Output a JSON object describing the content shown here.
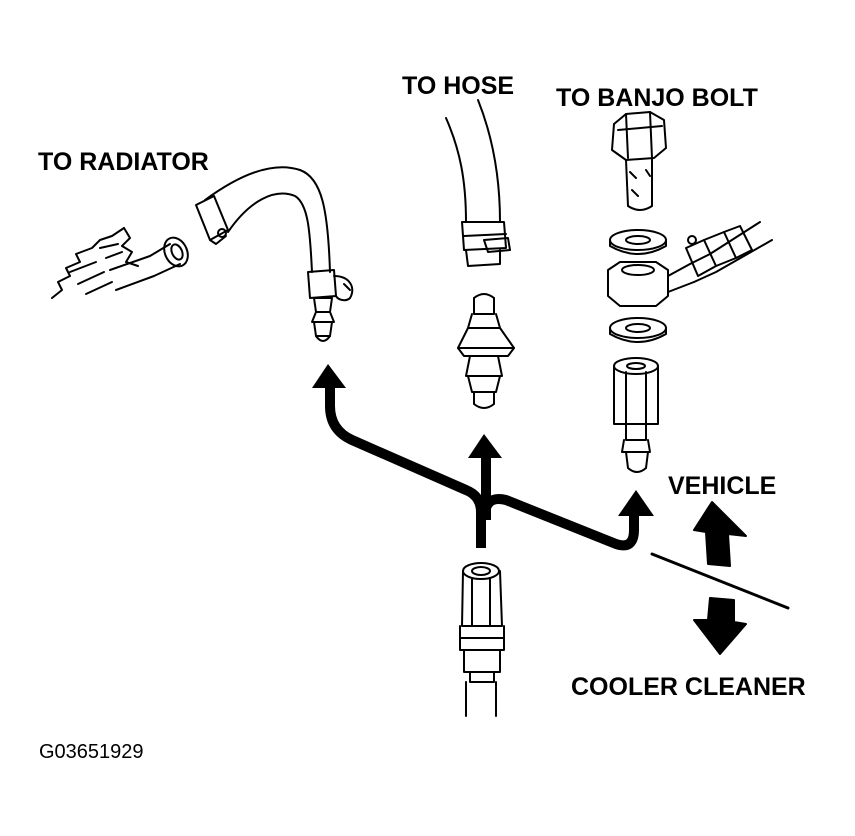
{
  "labels": {
    "to_radiator": "TO RADIATOR",
    "to_hose": "TO HOSE",
    "to_banjo_bolt": "TO BANJO BOLT",
    "vehicle": "VEHICLE",
    "cooler_cleaner": "COOLER CLEANER"
  },
  "figure_code": "G03651929",
  "colors": {
    "ink": "#000000",
    "paper": "#ffffff"
  }
}
